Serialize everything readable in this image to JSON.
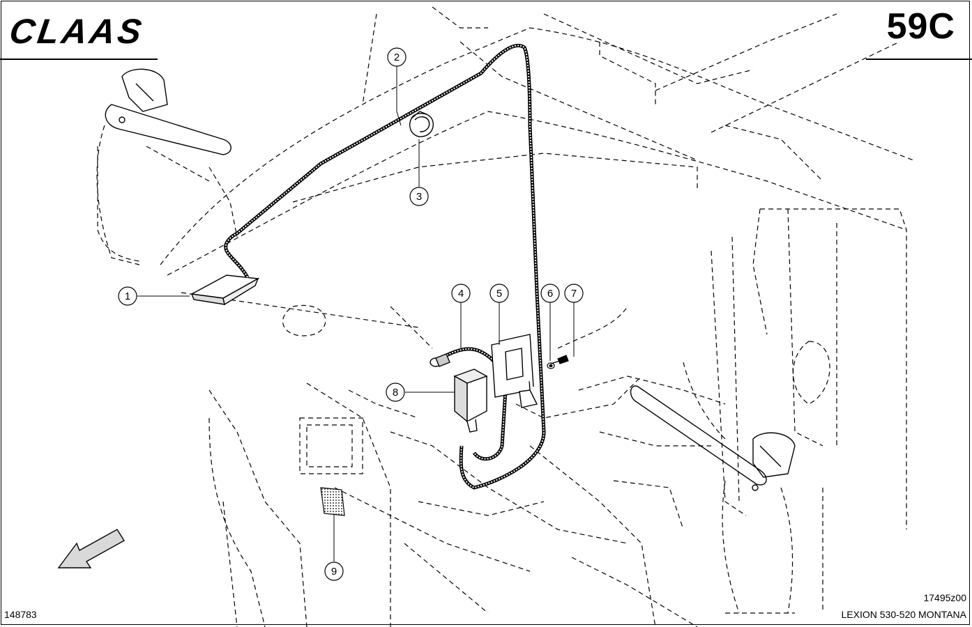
{
  "header": {
    "brand": "CLAAS",
    "page_code": "59C"
  },
  "callouts": [
    {
      "label": "1"
    },
    {
      "label": "2"
    },
    {
      "label": "3"
    },
    {
      "label": "4"
    },
    {
      "label": "5"
    },
    {
      "label": "6"
    },
    {
      "label": "7"
    },
    {
      "label": "8"
    },
    {
      "label": "9"
    }
  ],
  "footer": {
    "left_code": "148783",
    "drawing_code": "17495z00",
    "model": "LEXION 530-520 MONTANA"
  },
  "icons": {
    "direction": "arrow-down-left-icon"
  }
}
